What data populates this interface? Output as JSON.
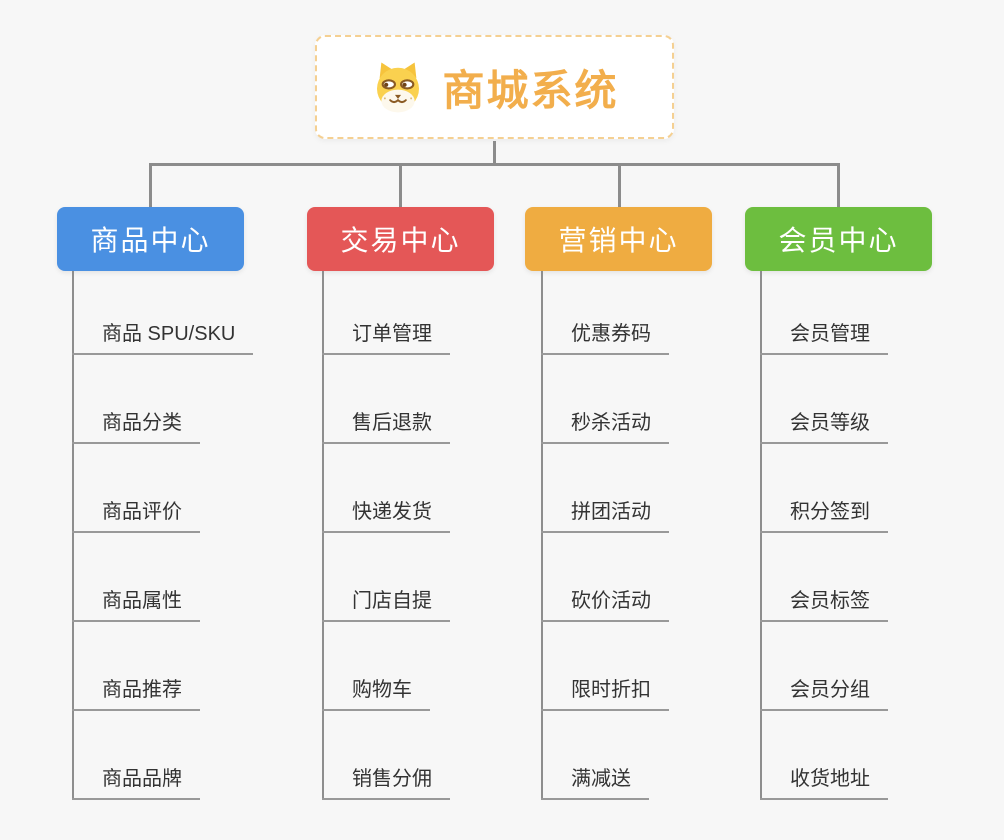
{
  "page": {
    "background": "#f7f7f7"
  },
  "root": {
    "title": "商城系统",
    "icon": "dog-mascot-icon",
    "text_color": "#f2ae4c",
    "border_color": "#f5d092"
  },
  "connector_color": "#8c8c8c",
  "leaf_line_color": "#999999",
  "leaf_text_color": "#333333",
  "branches": [
    {
      "label": "商品中心",
      "color": "#4a90e2",
      "children": [
        "商品 SPU/SKU",
        "商品分类",
        "商品评价",
        "商品属性",
        "商品推荐",
        "商品品牌"
      ]
    },
    {
      "label": "交易中心",
      "color": "#e45757",
      "children": [
        "订单管理",
        "售后退款",
        "快递发货",
        "门店自提",
        "购物车",
        "销售分佣"
      ]
    },
    {
      "label": "营销中心",
      "color": "#efac41",
      "children": [
        "优惠券码",
        "秒杀活动",
        "拼团活动",
        "砍价活动",
        "限时折扣",
        "满减送"
      ]
    },
    {
      "label": "会员中心",
      "color": "#6dbe3f",
      "children": [
        "会员管理",
        "会员等级",
        "积分签到",
        "会员标签",
        "会员分组",
        "收货地址"
      ]
    }
  ]
}
